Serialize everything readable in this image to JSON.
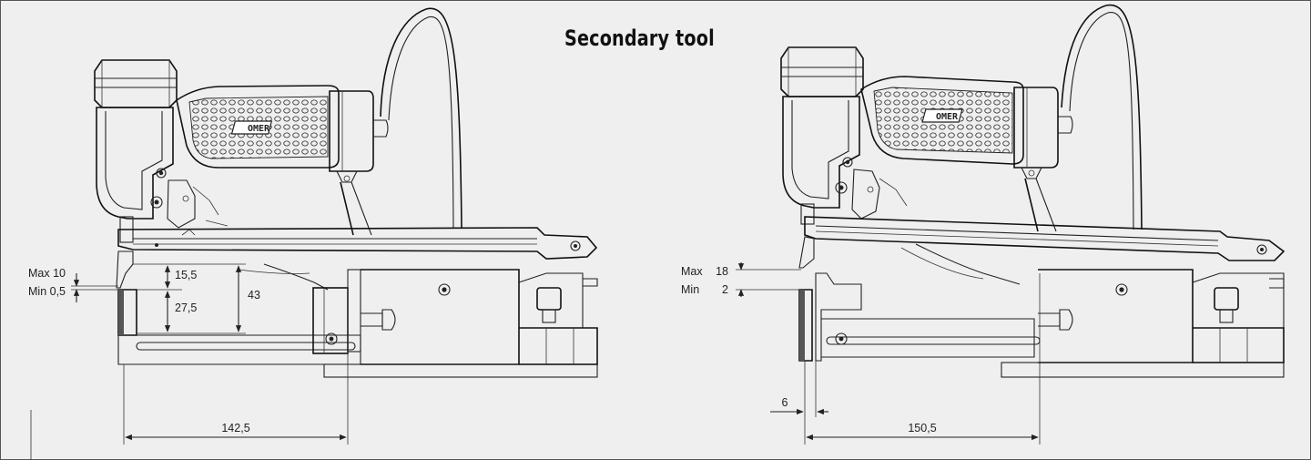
{
  "title": "Secondary tool",
  "logo_text": "OMER",
  "left_view": {
    "max_label": "Max 10",
    "min_label": "Min 0,5",
    "dim_top": "15,5",
    "dim_bottom": "27,5",
    "dim_total": "43",
    "dim_width": "142,5"
  },
  "right_view": {
    "max_label": "Max",
    "max_value": "18",
    "min_label": "Min",
    "min_value": "2",
    "dim_offset": "6",
    "dim_width": "150,5"
  },
  "colors": {
    "background": "#efefef",
    "line": "#222222"
  }
}
